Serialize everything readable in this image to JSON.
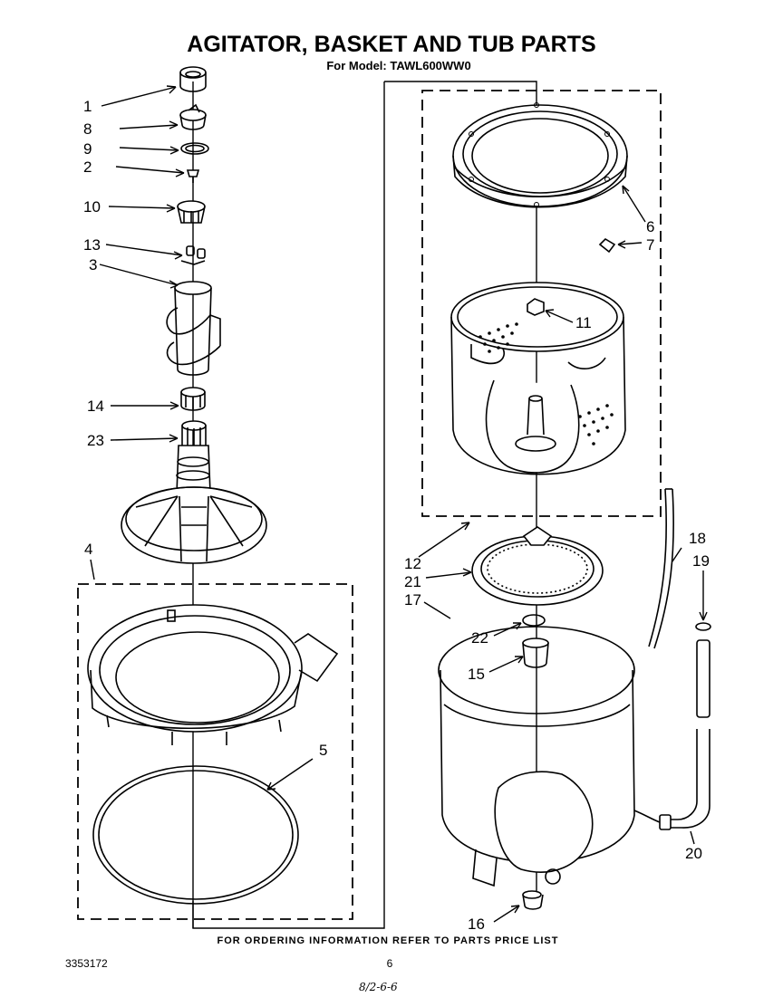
{
  "header": {
    "title": "AGITATOR, BASKET AND TUB PARTS",
    "subtitle": "For Model: TAWL600WW0"
  },
  "callouts": {
    "c1": "1",
    "c2": "2",
    "c3": "3",
    "c4": "4",
    "c5": "5",
    "c6": "6",
    "c7": "7",
    "c8": "8",
    "c9": "9",
    "c10": "10",
    "c11": "11",
    "c12": "12",
    "c13": "13",
    "c14": "14",
    "c15": "15",
    "c16": "16",
    "c17": "17",
    "c18": "18",
    "c19": "19",
    "c20": "20",
    "c21": "21",
    "c22": "22",
    "c23": "23"
  },
  "footer": {
    "ordering_note": "FOR ORDERING INFORMATION REFER TO PARTS PRICE LIST",
    "doc_number": "3353172",
    "page_number": "6",
    "handwritten_note": "8/2-6-6"
  }
}
